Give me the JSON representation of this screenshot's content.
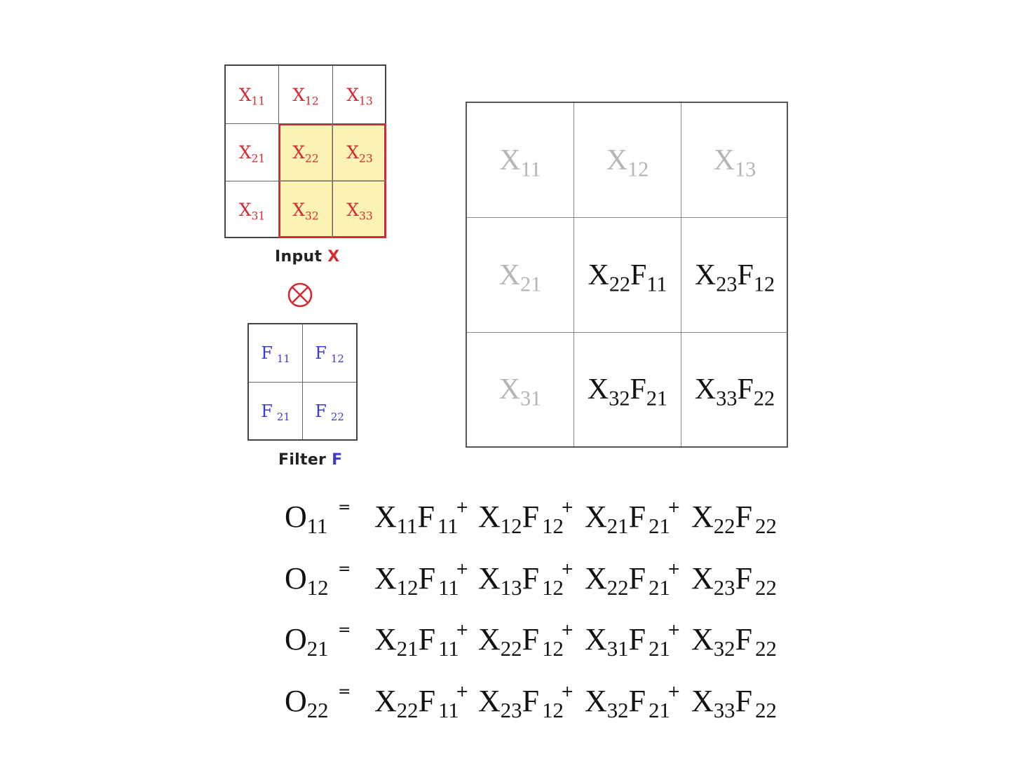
{
  "input": {
    "caption_word": "Input",
    "caption_letter": "X",
    "cells": [
      {
        "base": "X",
        "sub": "11"
      },
      {
        "base": "X",
        "sub": "12"
      },
      {
        "base": "X",
        "sub": "13"
      },
      {
        "base": "X",
        "sub": "21"
      },
      {
        "base": "X",
        "sub": "22"
      },
      {
        "base": "X",
        "sub": "23"
      },
      {
        "base": "X",
        "sub": "31"
      },
      {
        "base": "X",
        "sub": "32"
      },
      {
        "base": "X",
        "sub": "33"
      }
    ],
    "highlighted": [
      "22",
      "23",
      "32",
      "33"
    ],
    "color": "#d42a34",
    "highlight_fill": "#fbf3b3"
  },
  "operator_symbol": "⊗",
  "filter": {
    "caption_word": "Filter",
    "caption_letter": "F",
    "cells": [
      {
        "base": "F",
        "sub": "11"
      },
      {
        "base": "F",
        "sub": "12"
      },
      {
        "base": "F",
        "sub": "21"
      },
      {
        "base": "F",
        "sub": "22"
      }
    ],
    "color": "#3d3ad0"
  },
  "output": {
    "cells": [
      {
        "faded": true,
        "terms": [
          {
            "base": "X",
            "sub": "11"
          }
        ]
      },
      {
        "faded": true,
        "terms": [
          {
            "base": "X",
            "sub": "12"
          }
        ]
      },
      {
        "faded": true,
        "terms": [
          {
            "base": "X",
            "sub": "13"
          }
        ]
      },
      {
        "faded": true,
        "terms": [
          {
            "base": "X",
            "sub": "21"
          }
        ]
      },
      {
        "faded": false,
        "terms": [
          {
            "base": "X",
            "sub": "22"
          },
          {
            "base": "F",
            "sub": "11"
          }
        ]
      },
      {
        "faded": false,
        "terms": [
          {
            "base": "X",
            "sub": "23"
          },
          {
            "base": "F",
            "sub": "12"
          }
        ]
      },
      {
        "faded": true,
        "terms": [
          {
            "base": "X",
            "sub": "31"
          }
        ]
      },
      {
        "faded": false,
        "terms": [
          {
            "base": "X",
            "sub": "32"
          },
          {
            "base": "F",
            "sub": "21"
          }
        ]
      },
      {
        "faded": false,
        "terms": [
          {
            "base": "X",
            "sub": "33"
          },
          {
            "base": "F",
            "sub": "22"
          }
        ]
      }
    ],
    "faded_color": "#b5b5b5"
  },
  "equations": [
    {
      "lhs": {
        "base": "O",
        "sub": "11"
      },
      "eq": "=",
      "plus": "+",
      "terms": [
        [
          "11",
          "11"
        ],
        [
          "12",
          "12"
        ],
        [
          "21",
          "21"
        ],
        [
          "22",
          "22"
        ]
      ]
    },
    {
      "lhs": {
        "base": "O",
        "sub": "12"
      },
      "eq": "=",
      "plus": "+",
      "terms": [
        [
          "12",
          "11"
        ],
        [
          "13",
          "12"
        ],
        [
          "22",
          "21"
        ],
        [
          "23",
          "22"
        ]
      ]
    },
    {
      "lhs": {
        "base": "O",
        "sub": "21"
      },
      "eq": "=",
      "plus": "+",
      "terms": [
        [
          "21",
          "11"
        ],
        [
          "22",
          "12"
        ],
        [
          "31",
          "21"
        ],
        [
          "32",
          "22"
        ]
      ]
    },
    {
      "lhs": {
        "base": "O",
        "sub": "22"
      },
      "eq": "=",
      "plus": "+",
      "terms": [
        [
          "22",
          "11"
        ],
        [
          "23",
          "12"
        ],
        [
          "32",
          "21"
        ],
        [
          "33",
          "22"
        ]
      ]
    }
  ]
}
